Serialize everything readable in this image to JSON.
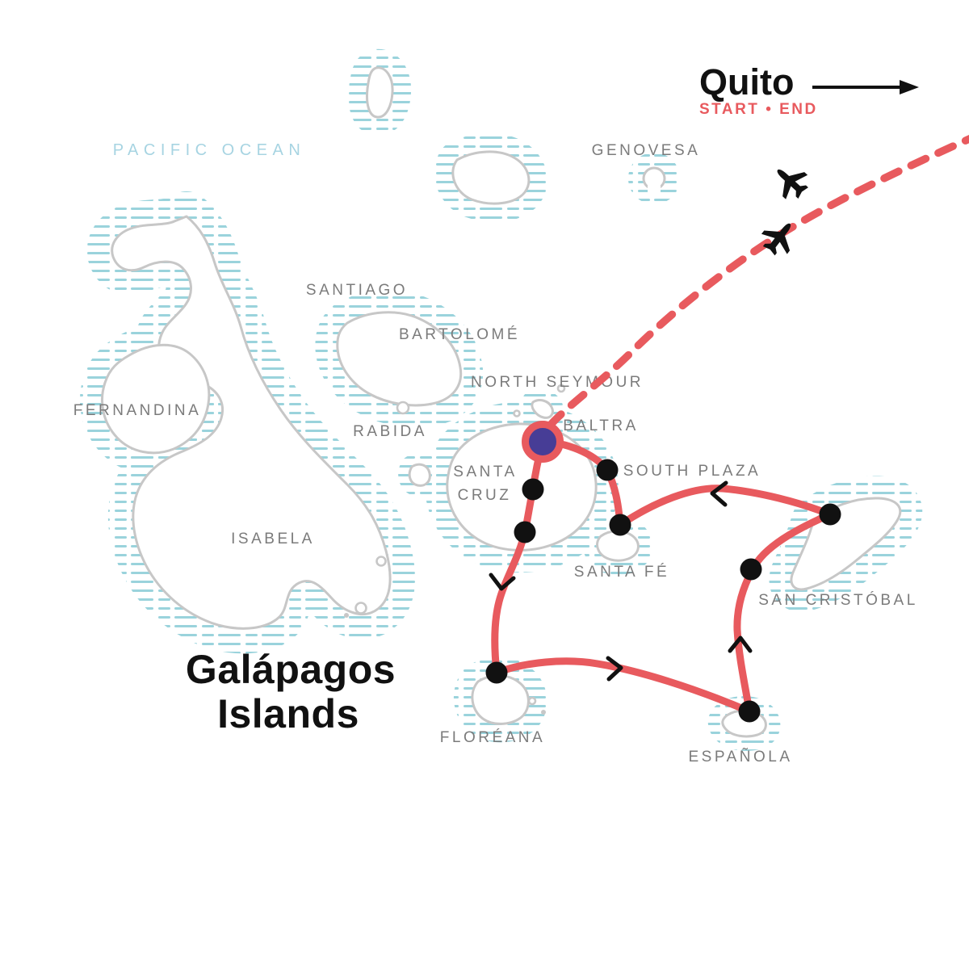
{
  "title": {
    "line1": "Galápagos",
    "line2": "Islands"
  },
  "ocean_label": "PACIFIC OCEAN",
  "quito": {
    "name": "Quito",
    "start_end": "START • END"
  },
  "island_labels": {
    "genovesa": "GENOVESA",
    "santiago": "SANTIAGO",
    "bartolome": "BARTOLOMÉ",
    "north_seymour": "NORTH SEYMOUR",
    "baltra": "BALTRA",
    "fernandina": "FERNANDINA",
    "rabida": "RABIDA",
    "santa_cruz_line1": "SANTA",
    "santa_cruz_line2": "CRUZ",
    "south_plaza": "SOUTH PLAZA",
    "santa_fe": "SANTA FÉ",
    "isabela": "ISABELA",
    "san_cristobal": "SAN CRISTÓBAL",
    "floreana": "FLORÉANA",
    "espanola": "ESPAÑOLA"
  },
  "route": {
    "start_end_marker": "Baltra",
    "direction": "counter-clockwise",
    "stops": [
      "Baltra (start/end)",
      "Santa Cruz (north)",
      "Santa Cruz (south)",
      "Floréana",
      "Española",
      "San Cristóbal (south-west)",
      "San Cristóbal (north-east)",
      "Santa Fé",
      "South Plaza"
    ],
    "flight_connection": "Quito ↔ Baltra (dashed)"
  },
  "colors": {
    "route_red": "#e85a5e",
    "start_marker_purple": "#473d96",
    "water_hatch_teal": "#9ad3dc",
    "island_outline_gray": "#c7c7c7",
    "label_gray": "#7b7b7b",
    "ocean_label_blue": "#a7d4e2",
    "ink_black": "#111111"
  }
}
